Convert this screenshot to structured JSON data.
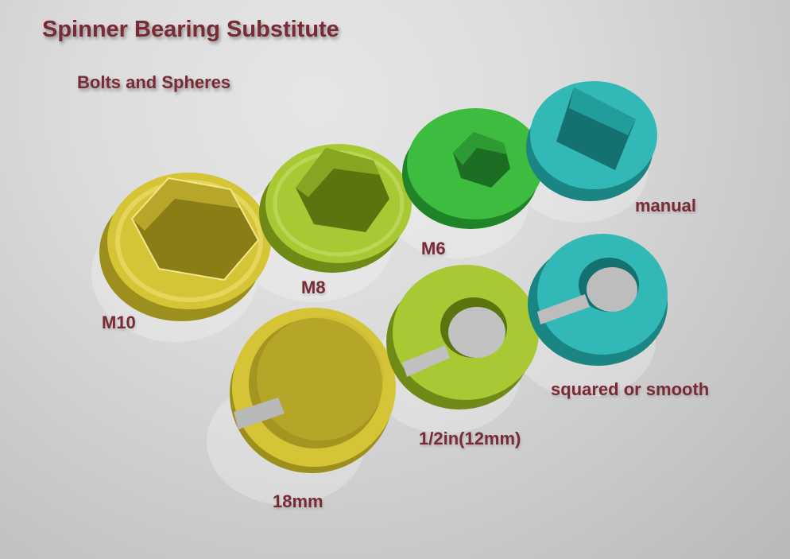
{
  "title": "Spinner Bearing Substitute",
  "subtitle": "Bolts and Spheres",
  "labels": {
    "m10": "M10",
    "m8": "M8",
    "m6": "M6",
    "manual": "manual",
    "squared": "squared or smooth",
    "half_inch": "1/2in(12mm)",
    "mm18": "18mm"
  },
  "colors": {
    "title_text": "#7a2a34",
    "yellow": "#cfc033",
    "lime": "#a6c832",
    "green": "#3cb83e",
    "teal": "#2fb3b1"
  }
}
